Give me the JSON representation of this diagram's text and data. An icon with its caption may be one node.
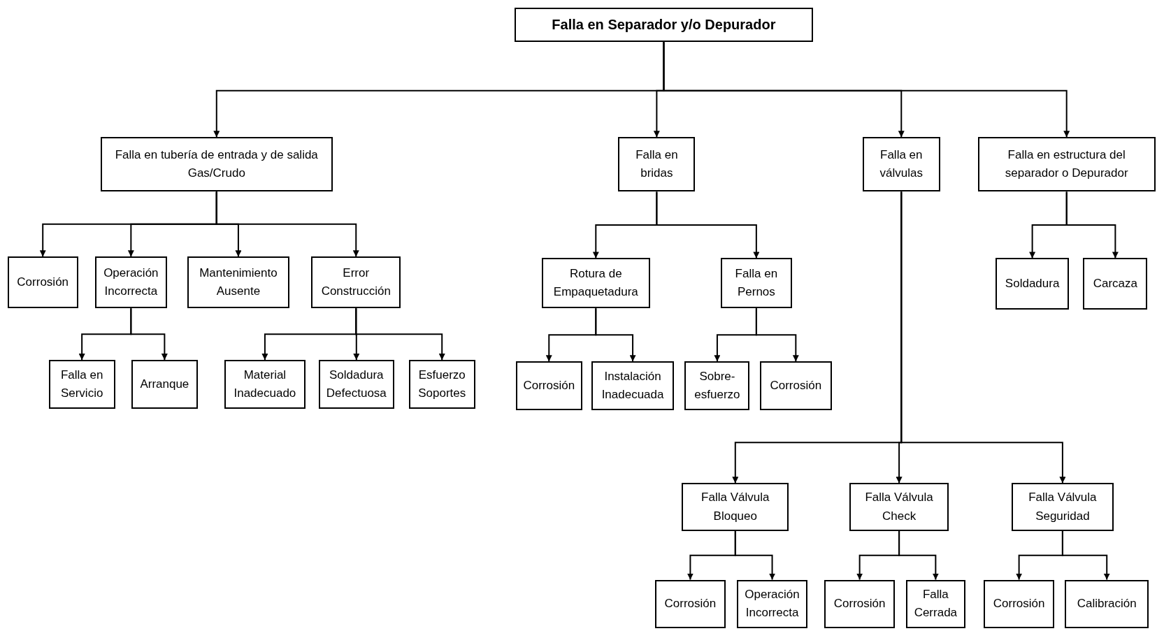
{
  "diagram": {
    "nodes": [
      {
        "text": [
          "Falla en Separador y/o  Depurador"
        ]
      },
      {
        "text": [
          "Falla en tubería de entrada y de salida Gas/Crudo"
        ]
      },
      {
        "text": [
          "Falla en bridas"
        ]
      },
      {
        "text": [
          "Falla en válvulas"
        ]
      },
      {
        "text": [
          "Falla en estructura del separador o Depurador"
        ]
      },
      {
        "text": [
          "Corrosión"
        ]
      },
      {
        "text": [
          "Operación Incorrecta"
        ]
      },
      {
        "text": [
          "Mantenimiento Ausente"
        ]
      },
      {
        "text": [
          "Error Construcción"
        ]
      },
      {
        "text": [
          "Falla en Servicio"
        ]
      },
      {
        "text": [
          "Arranque"
        ]
      },
      {
        "text": [
          "Material Inadecuado"
        ]
      },
      {
        "text": [
          "Soldadura Defectuosa"
        ]
      },
      {
        "text": [
          "Esfuerzo Soportes"
        ]
      },
      {
        "text": [
          "Rotura de Empaquetadura"
        ]
      },
      {
        "text": [
          "Falla en Pernos"
        ]
      },
      {
        "text": [
          "Corrosión"
        ]
      },
      {
        "text": [
          "Instalación Inadecuada"
        ]
      },
      {
        "text": [
          "Sobre-esfuerzo"
        ]
      },
      {
        "text": [
          "Corrosión"
        ]
      },
      {
        "text": [
          "Soldadura"
        ]
      },
      {
        "text": [
          "Carcaza"
        ]
      },
      {
        "text": [
          "Falla Válvula Bloqueo"
        ]
      },
      {
        "text": [
          "Falla Válvula Check"
        ]
      },
      {
        "text": [
          "Falla Válvula Seguridad"
        ]
      },
      {
        "text": [
          "Corrosión"
        ]
      },
      {
        "text": [
          "Operación Incorrecta"
        ]
      },
      {
        "text": [
          "Corrosión"
        ]
      },
      {
        "text": [
          "Falla Cerrada"
        ]
      },
      {
        "text": [
          "Corrosión"
        ]
      },
      {
        "text": [
          "Calibración"
        ]
      }
    ],
    "edges": [
      {
        "from": 0,
        "to": 1,
        "arrow": "to"
      },
      {
        "from": 0,
        "to": 2,
        "arrow": "to"
      },
      {
        "from": 0,
        "to": 3,
        "arrow": "to"
      },
      {
        "from": 0,
        "to": 4,
        "arrow": "to"
      },
      {
        "from": 1,
        "to": 5,
        "arrow": "to"
      },
      {
        "from": 1,
        "to": 6,
        "arrow": "to"
      },
      {
        "from": 1,
        "to": 7,
        "arrow": "to"
      },
      {
        "from": 1,
        "to": 8,
        "arrow": "to"
      },
      {
        "from": 6,
        "to": 9,
        "arrow": "to"
      },
      {
        "from": 6,
        "to": 10,
        "arrow": "to"
      },
      {
        "from": 8,
        "to": 11,
        "arrow": "to"
      },
      {
        "from": 8,
        "to": 12,
        "arrow": "to"
      },
      {
        "from": 8,
        "to": 13,
        "arrow": "to"
      },
      {
        "from": 2,
        "to": 14,
        "arrow": "to"
      },
      {
        "from": 2,
        "to": 15,
        "arrow": "to"
      },
      {
        "from": 14,
        "to": 16,
        "arrow": "to"
      },
      {
        "from": 14,
        "to": 17,
        "arrow": "to"
      },
      {
        "from": 15,
        "to": 18,
        "arrow": "to"
      },
      {
        "from": 15,
        "to": 19,
        "arrow": "to"
      },
      {
        "from": 4,
        "to": 20,
        "arrow": "to"
      },
      {
        "from": 4,
        "to": 21,
        "arrow": "to"
      },
      {
        "from": 3,
        "to": 22,
        "arrow": "to"
      },
      {
        "from": 3,
        "to": 23,
        "arrow": "to"
      },
      {
        "from": 3,
        "to": 24,
        "arrow": "to"
      },
      {
        "from": 22,
        "to": 25,
        "arrow": "to"
      },
      {
        "from": 22,
        "to": 26,
        "arrow": "to"
      },
      {
        "from": 23,
        "to": 27,
        "arrow": "to"
      },
      {
        "from": 23,
        "to": 28,
        "arrow": "to"
      },
      {
        "from": 24,
        "to": 29,
        "arrow": "to"
      },
      {
        "from": 24,
        "to": 30,
        "arrow": "to"
      }
    ]
  }
}
